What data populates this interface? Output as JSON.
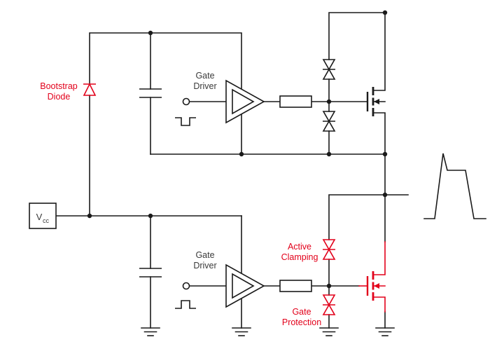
{
  "colors": {
    "wire": "#1a1a1a",
    "accent_red": "#e2001a",
    "text_dark": "#3a3a3a",
    "background": "#ffffff"
  },
  "labels": {
    "bootstrap_diode": {
      "line1": "Bootstrap",
      "line2": "Diode"
    },
    "gate_driver_top": {
      "line1": "Gate",
      "line2": "Driver"
    },
    "gate_driver_bottom": {
      "line1": "Gate",
      "line2": "Driver"
    },
    "active_clamping": {
      "line1": "Active",
      "line2": "Clamping"
    },
    "gate_protection": {
      "line1": "Gate",
      "line2": "Protection"
    },
    "supply": {
      "symbol": "V",
      "subscript": "cc"
    }
  }
}
